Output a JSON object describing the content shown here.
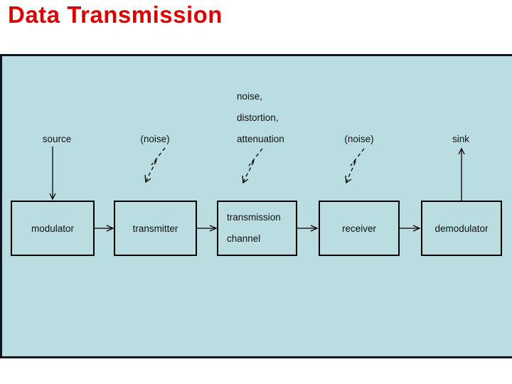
{
  "title": "Data Transmission",
  "colors": {
    "title_red": "#dd0000",
    "panel_background": "#badde1",
    "panel_border": "#0e1721",
    "diagram_line": "#000000",
    "text": "#111111"
  },
  "diagram": {
    "labels": {
      "source": "source",
      "noise_over_transmitter": "(noise)",
      "channel_impairments": [
        "noise,",
        "distortion,",
        "attenuation"
      ],
      "noise_over_receiver": "(noise)",
      "sink": "sink"
    },
    "boxes": [
      {
        "id": "modulator",
        "label": "modulator"
      },
      {
        "id": "transmitter",
        "label": "transmitter"
      },
      {
        "id": "transmission-channel",
        "label_lines": [
          "transmission",
          "channel"
        ]
      },
      {
        "id": "receiver",
        "label": "receiver"
      },
      {
        "id": "demodulator",
        "label": "demodulator"
      }
    ]
  }
}
